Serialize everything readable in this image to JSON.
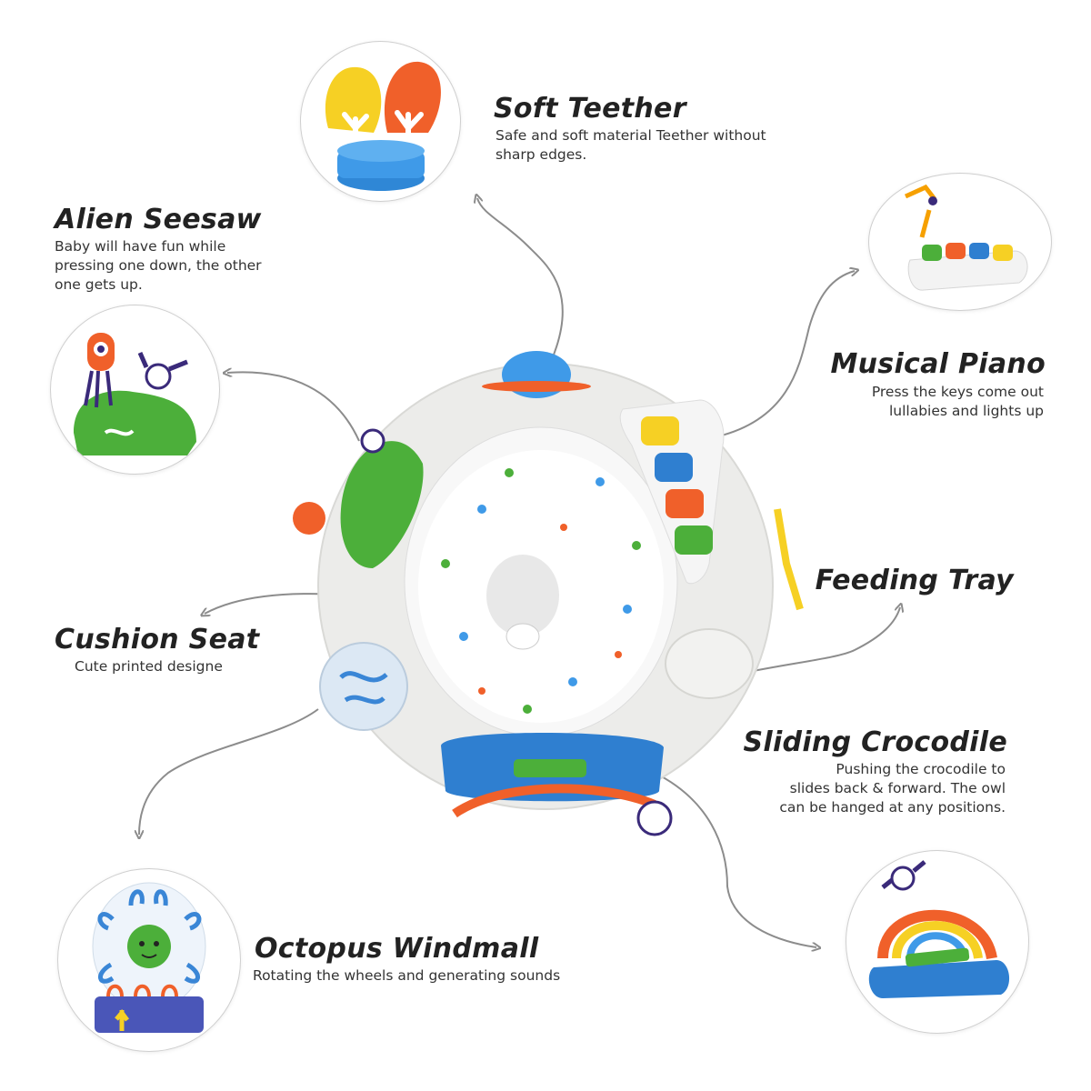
{
  "features": {
    "soft_teether": {
      "title": "Soft Teether",
      "desc": "Safe and soft material Teether without\nsharp edges."
    },
    "alien_seesaw": {
      "title": "Alien Seesaw",
      "desc": "Baby will have fun while\npressing one down, the other\none gets up."
    },
    "musical_piano": {
      "title": "Musical Piano",
      "desc": "Press the keys come out\nlullabies and lights up"
    },
    "feeding_tray": {
      "title": "Feeding Tray"
    },
    "cushion_seat": {
      "title": "Cushion Seat",
      "desc": "Cute printed designe"
    },
    "sliding_crocodile": {
      "title": "Sliding Crocodile",
      "desc": "Pushing the crocodile to\nslides back & forward. The owl\ncan be hanged at any positions."
    },
    "octopus_windmall": {
      "title": "Octopus Windmall",
      "desc": "Rotating the wheels and generating sounds"
    }
  },
  "colors": {
    "arrow": "#8c8c8c",
    "circle_border": "#cfcfcf",
    "blue": "#2f7fd0",
    "orange": "#f0602a",
    "yellow": "#f6d024",
    "green": "#4caf3a",
    "red": "#e8432e"
  },
  "icons": [
    "teether-icon",
    "seesaw-icon",
    "piano-icon",
    "octopus-windmill-icon",
    "crocodile-slider-icon",
    "activity-center-image"
  ]
}
